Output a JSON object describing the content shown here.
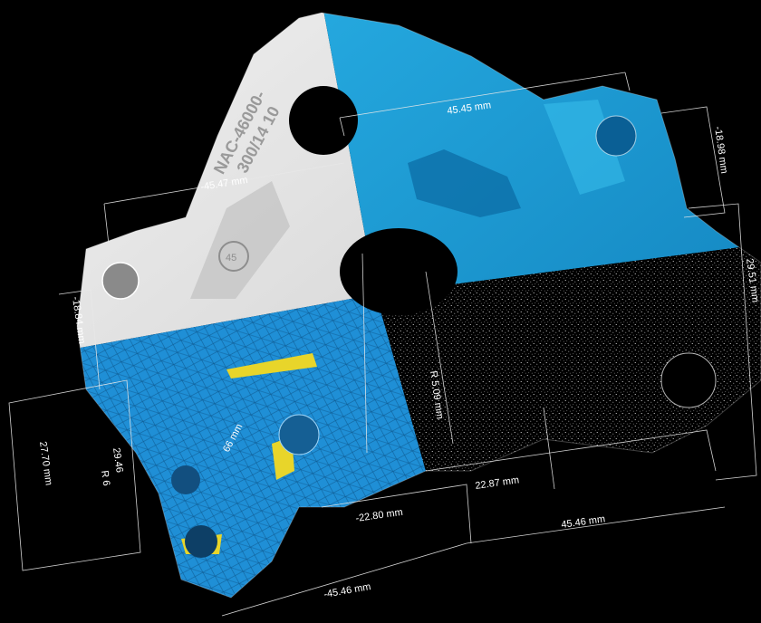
{
  "image": {
    "description_colors": {
      "background": "#000000",
      "scan_white": "#e6e6e6",
      "scan_blue": "#16a3dc",
      "mesh_blue": "#1f8fd6",
      "mesh_yellow": "#e8d52a",
      "points": "#ffffff",
      "dimension": "#ffffff"
    },
    "engraving": {
      "line1": "NAC-46000-",
      "line2": "300/14 10",
      "emblem": "45"
    },
    "dimensions": [
      {
        "id": "d1",
        "label": "45.45 mm"
      },
      {
        "id": "d2",
        "label": "-45.47 mm"
      },
      {
        "id": "d3",
        "label": "-18.98 mm"
      },
      {
        "id": "d4",
        "label": "29.51 mm"
      },
      {
        "id": "d5",
        "label": "-18.84 mm"
      },
      {
        "id": "d6",
        "label": "R 5.09 mm"
      },
      {
        "id": "d7",
        "label": "27.70 mm"
      },
      {
        "id": "d8",
        "label": "29.46"
      },
      {
        "id": "d9",
        "label": "R 6"
      },
      {
        "id": "d10",
        "label": "66 mm"
      },
      {
        "id": "d11",
        "label": "-22.80 mm"
      },
      {
        "id": "d12",
        "label": "22.87 mm"
      },
      {
        "id": "d13",
        "label": "45.46 mm"
      },
      {
        "id": "d14",
        "label": "-45.46 mm"
      }
    ]
  }
}
